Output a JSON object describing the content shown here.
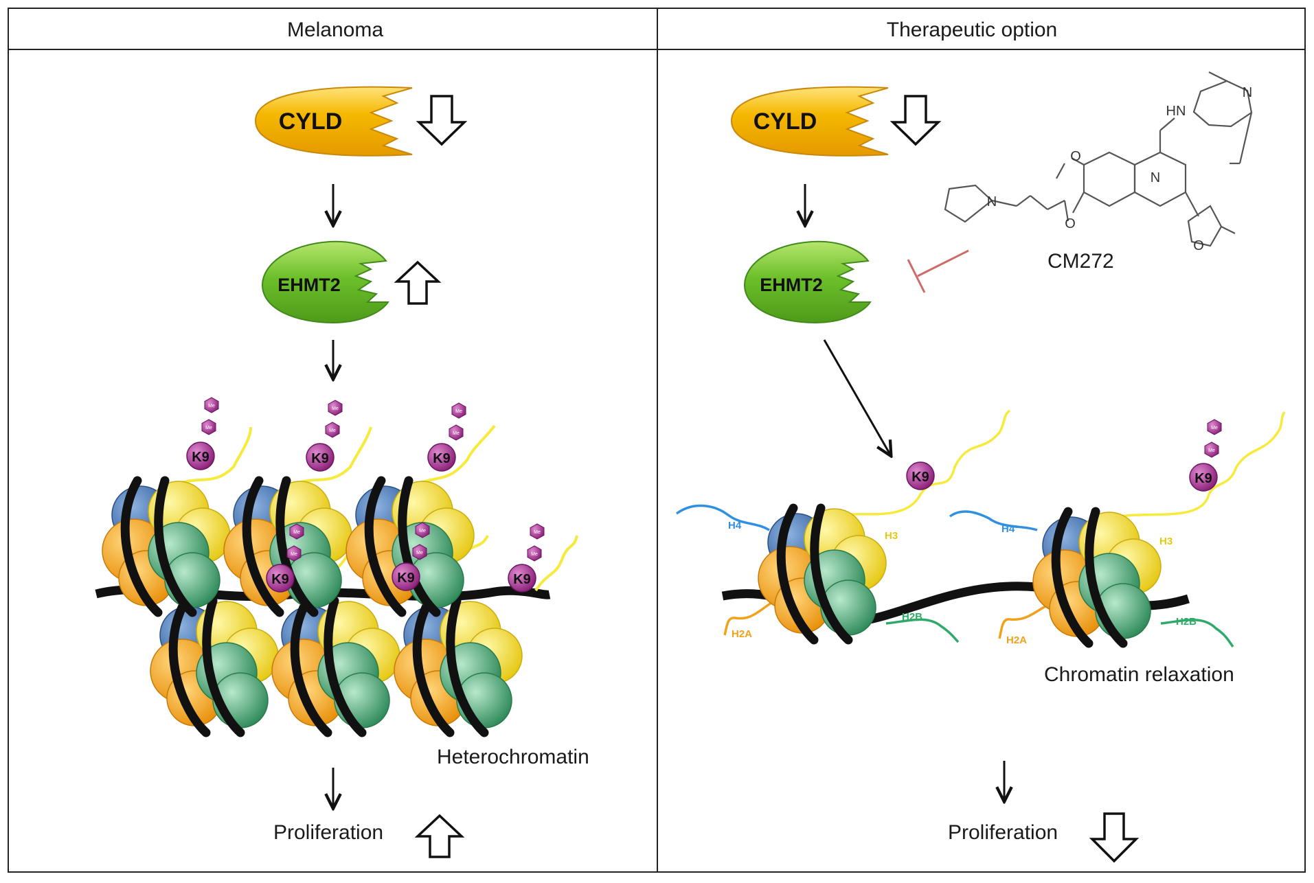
{
  "panels": {
    "left": {
      "header": "Melanoma",
      "cyld_label": "CYLD",
      "ehmt2_label": "EHMT2",
      "k9_label": "K9",
      "heterochromatin_label": "Heterochromatin",
      "proliferation_label": "Proliferation"
    },
    "right": {
      "header": "Therapeutic option",
      "cyld_label": "CYLD",
      "ehmt2_label": "EHMT2",
      "drug_label": "CM272",
      "k9_label": "K9",
      "h4_label": "H4",
      "h3_label": "H3",
      "h2a_label": "H2A",
      "h2b_label": "H2B",
      "chromatin_label": "Chromatin relaxation",
      "proliferation_label": "Proliferation"
    }
  },
  "molecule": {
    "hn": "HN",
    "n1": "N",
    "n2": "N",
    "n3": "N",
    "o1": "O",
    "o2": "O",
    "o3": "O"
  },
  "colors": {
    "cyld": "#f5b800",
    "ehmt2": "#6cbf2a",
    "methyl": "#a0308a",
    "histone_blue": "#3f6fb0",
    "histone_orange": "#f2a11a",
    "histone_yellow": "#f4dc2a",
    "histone_green": "#3f9a6a",
    "tail_yellow": "#f6ea3a",
    "inhibit": "#d06a6a"
  }
}
